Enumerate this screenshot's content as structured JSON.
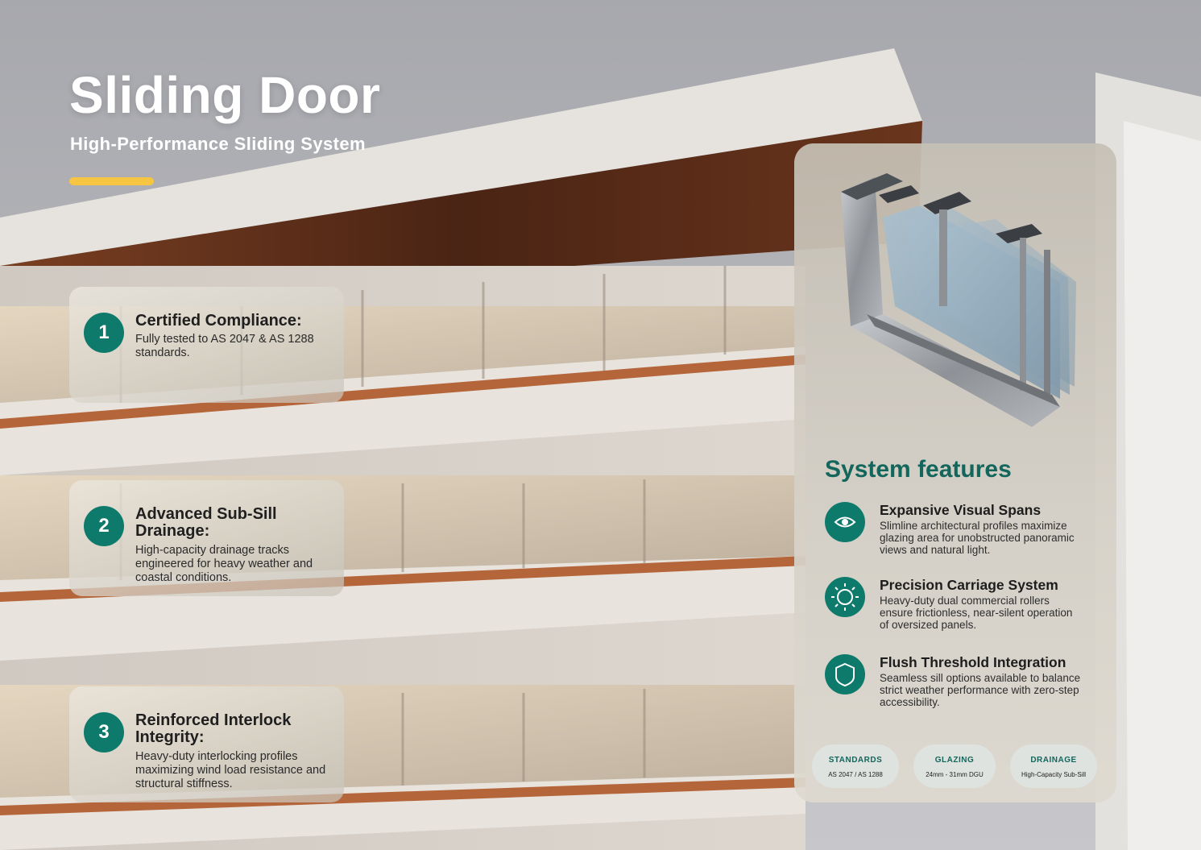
{
  "header": {
    "title": "Sliding Door",
    "subtitle": "High-Performance Sliding System"
  },
  "cards": [
    {
      "number": "1",
      "title": "Certified Compliance:",
      "description": "Fully tested to AS 2047 & AS 1288 standards."
    },
    {
      "number": "2",
      "title": "Advanced Sub-Sill Drainage:",
      "description": "High-capacity drainage tracks engineered for heavy weather and coastal conditions."
    },
    {
      "number": "3",
      "title": "Reinforced Interlock Integrity:",
      "description": "Heavy-duty interlocking profiles maximizing wind load resistance and structural stiffness."
    }
  ],
  "panel": {
    "section_title": "System features",
    "features": [
      {
        "icon": "eye-icon",
        "title": "Expansive Visual Spans",
        "description": "Slimline architectural profiles maximize glazing area for unobstructed panoramic views and natural light."
      },
      {
        "icon": "sun-icon",
        "title": "Precision Carriage System",
        "description": "Heavy-duty dual commercial rollers ensure frictionless, near-silent operation of oversized panels."
      },
      {
        "icon": "shield-icon",
        "title": "Flush Threshold Integration",
        "description": "Seamless sill options available to balance strict weather performance with zero-step accessibility."
      }
    ],
    "specs": [
      {
        "label": "STANDARDS",
        "value": "AS 2047 / AS 1288"
      },
      {
        "label": "GLAZING",
        "value": "24mm - 31mm DGU"
      },
      {
        "label": "DRAINAGE",
        "value": "High-Capacity Sub-Sill"
      }
    ]
  },
  "colors": {
    "accent_teal": "#0e7a6c",
    "accent_yellow": "#f6c542",
    "heading_teal": "#13665c",
    "timber": "#8a4a2a"
  }
}
